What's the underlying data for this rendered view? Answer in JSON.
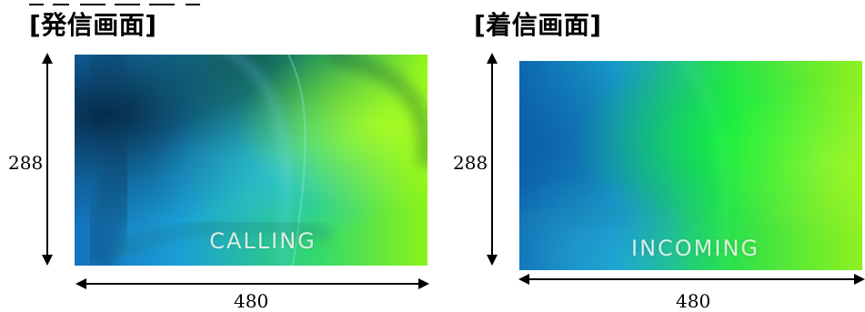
{
  "sections": [
    {
      "title": "[発信画面]",
      "screen_label": "CALLING",
      "width_value": "480",
      "height_value": "288"
    },
    {
      "title": "[着信画面]",
      "screen_label": "INCOMING",
      "width_value": "480",
      "height_value": "288"
    }
  ],
  "colors": {
    "title_text": "#000000",
    "dimension_text": "#000000",
    "screen_text": "#e8f2ea",
    "calling_gradient": [
      "#1474bf",
      "#1a9fd7",
      "#32d96f",
      "#89f31a"
    ],
    "incoming_gradient": [
      "#0d6eb6",
      "#1aa7d0",
      "#26e04d",
      "#8ef11f"
    ]
  }
}
